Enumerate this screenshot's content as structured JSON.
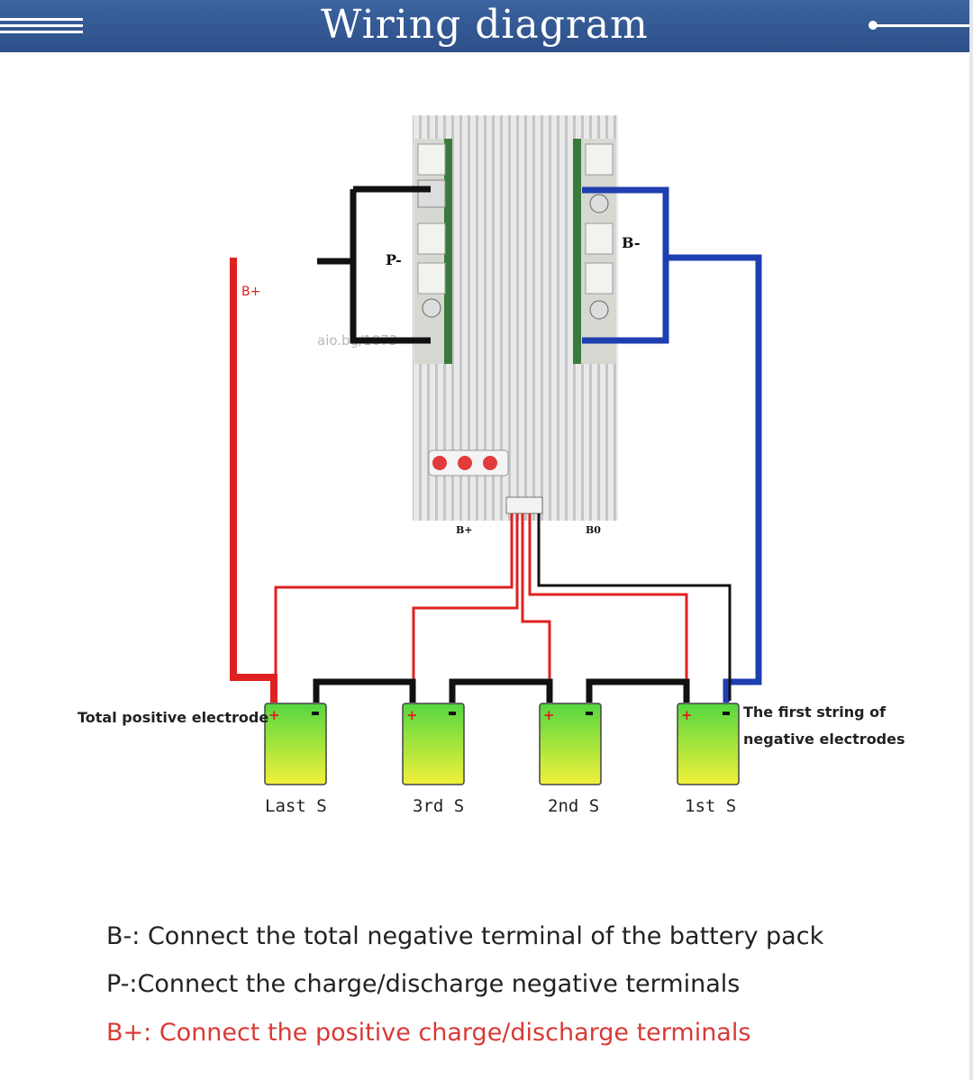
{
  "header": {
    "title": "Wiring diagram"
  },
  "board": {
    "label_p_minus": "P-",
    "label_b_minus": "B-",
    "label_b_plus": "B+",
    "label_b0": "B0",
    "watermark": "aio.bg/1073"
  },
  "wires": {
    "b_plus_label": "B+"
  },
  "cells": [
    {
      "label": "Last  S"
    },
    {
      "label": "3rd  S"
    },
    {
      "label": "2nd  S"
    },
    {
      "label": "1st  S"
    }
  ],
  "callouts": {
    "left": "Total positive electrode",
    "right_line1": "The first string of",
    "right_line2": "negative electrodes"
  },
  "legend": [
    {
      "text": "B-: Connect the total negative terminal of the battery pack",
      "color": "#222222"
    },
    {
      "text": "P-:Connect the charge/discharge negative terminals",
      "color": "#222222"
    },
    {
      "text": "B+: Connect the positive charge/discharge terminals",
      "color": "#d83a35"
    }
  ],
  "colors": {
    "header": "#2f5590",
    "wire_red": "#e02020",
    "wire_blue": "#1e3fb0",
    "wire_black": "#111111",
    "cell_top": "#55d640",
    "cell_bottom": "#f3f13a"
  }
}
